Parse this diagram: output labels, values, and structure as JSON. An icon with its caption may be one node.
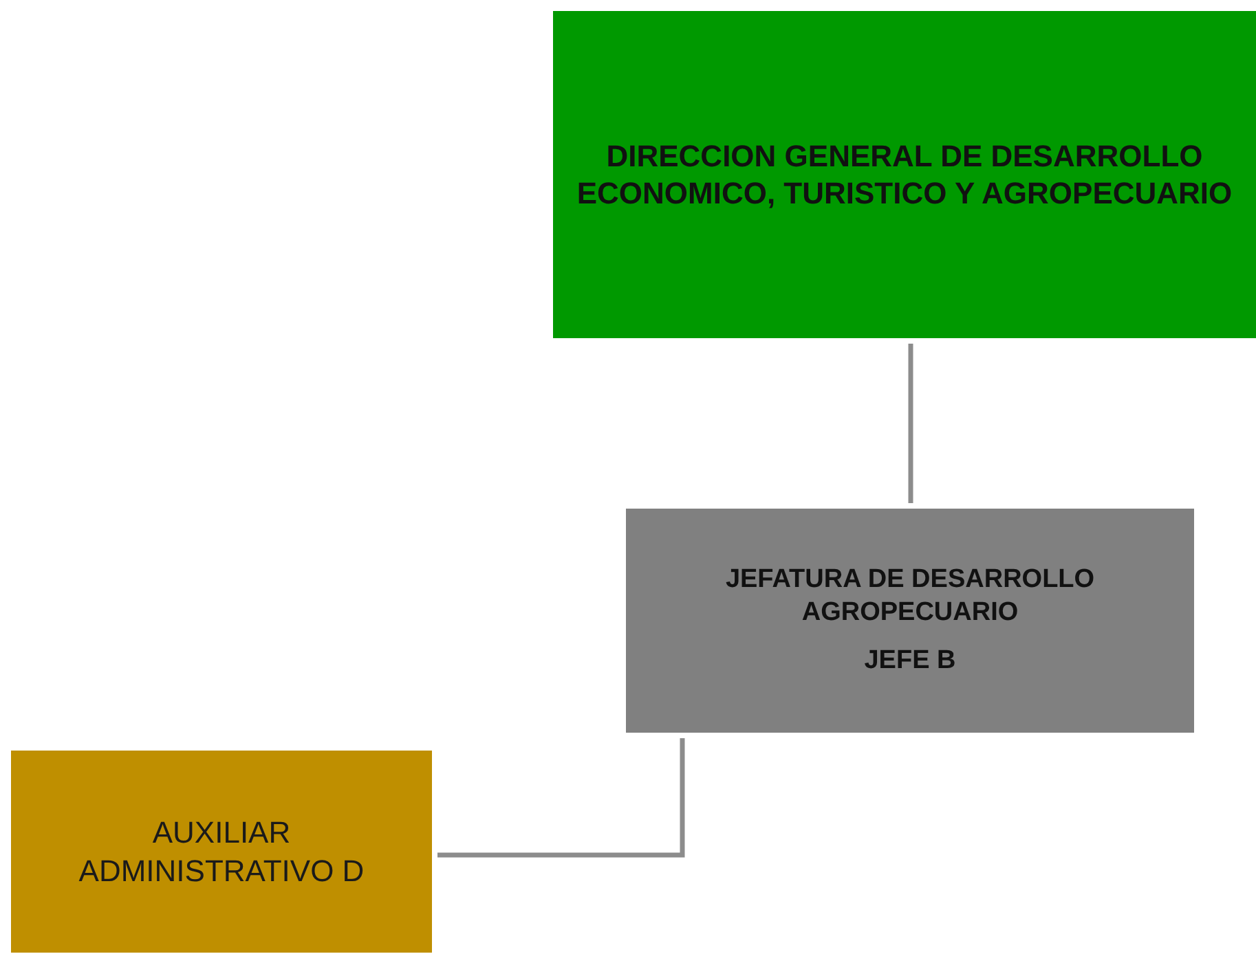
{
  "diagram": {
    "nodes": [
      {
        "text": [
          "DIRECCION GENERAL DE DESARROLLO ECONOMICO, TURISTICO Y AGROPECUARIO"
        ]
      },
      {
        "text": [
          "JEFATURA DE DESARROLLO AGROPECUARIO",
          "JEFE B"
        ]
      },
      {
        "text": [
          "AUXILIAR ADMINISTRATIVO D"
        ]
      }
    ],
    "edges": [
      {
        "from": 0,
        "to": 1,
        "arrow": "none"
      },
      {
        "from": 1,
        "to": 2,
        "arrow": "none"
      }
    ]
  }
}
